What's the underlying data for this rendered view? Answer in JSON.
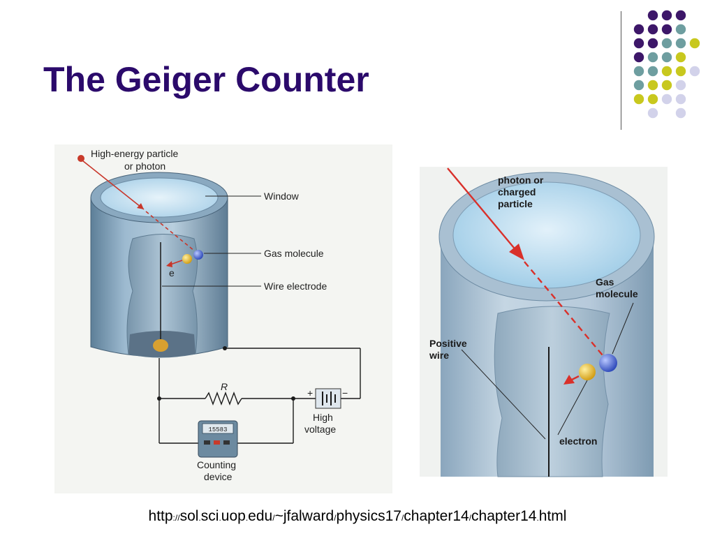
{
  "slide": {
    "title": "The Geiger Counter",
    "colors": {
      "title": "#2b0a6b",
      "purple": "#3d1769",
      "teal": "#6e9ea0",
      "yellow": "#c8c81e",
      "lavender": "#d2d2ea"
    },
    "decor_icon": "dot-grid"
  },
  "left_figure": {
    "labels": {
      "particle_1": "High-energy particle",
      "particle_2": "or photon",
      "window": "Window",
      "gas": "Gas molecule",
      "wire": "Wire electrode",
      "resistor": "R",
      "electron": "e",
      "hv_1": "High",
      "hv_2": "voltage",
      "counting_1": "Counting",
      "counting_2": "device",
      "plus": "+",
      "minus": "−",
      "display": "15583"
    }
  },
  "right_figure": {
    "labels": {
      "photon_1": "photon or",
      "photon_2": "charged",
      "photon_3": "particle",
      "gas_1": "Gas",
      "gas_2": "molecule",
      "positive_1": "Positive",
      "positive_2": "wire",
      "electron": "electron"
    }
  },
  "footer": {
    "url_parts": [
      "http",
      "://",
      "sol",
      ".",
      "sci",
      ".",
      "uop",
      ".",
      "edu",
      "/",
      "~jfalward",
      "/",
      "physics17",
      "/",
      "chapter14",
      "/",
      "chapter14",
      ".",
      "html"
    ]
  }
}
